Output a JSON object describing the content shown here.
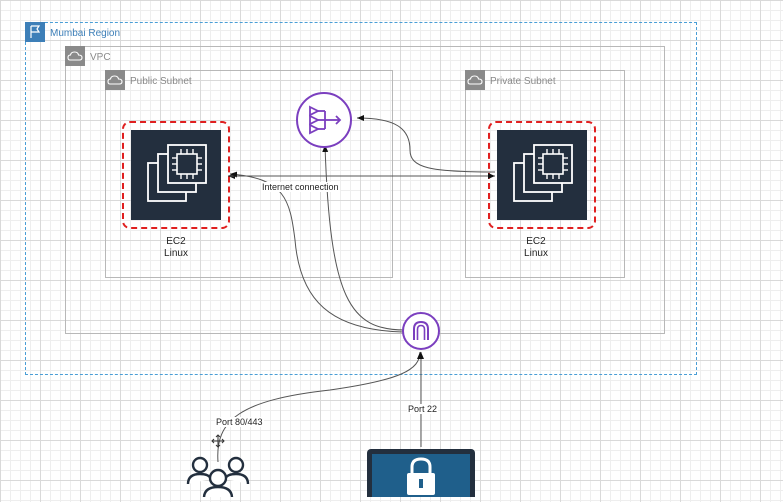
{
  "region": {
    "label": "Mumbai Region"
  },
  "vpc": {
    "label": "VPC"
  },
  "public_subnet": {
    "label": "Public Subnet"
  },
  "private_subnet": {
    "label": "Private Subnet"
  },
  "ec2_public": {
    "line1": "EC2",
    "line2": "Linux"
  },
  "ec2_private": {
    "line1": "EC2",
    "line2": "Linux"
  },
  "edges": {
    "internet_connection": "Internet connection",
    "port_web": "Port 80/443",
    "port_ssh": "Port 22"
  },
  "icons": {
    "region": "flag-icon",
    "vpc": "cloud-icon",
    "subnet": "cloud-icon",
    "nat": "nat-gateway-icon",
    "igw": "internet-gateway-icon",
    "ec2": "ec2-instance-icon",
    "users": "users-icon",
    "admin": "lock-icon"
  },
  "colors": {
    "region_border": "#4a9ed6",
    "ec2_border": "#e02020",
    "ec2_fill": "#232f3e",
    "gateway": "#7b3fbf"
  }
}
